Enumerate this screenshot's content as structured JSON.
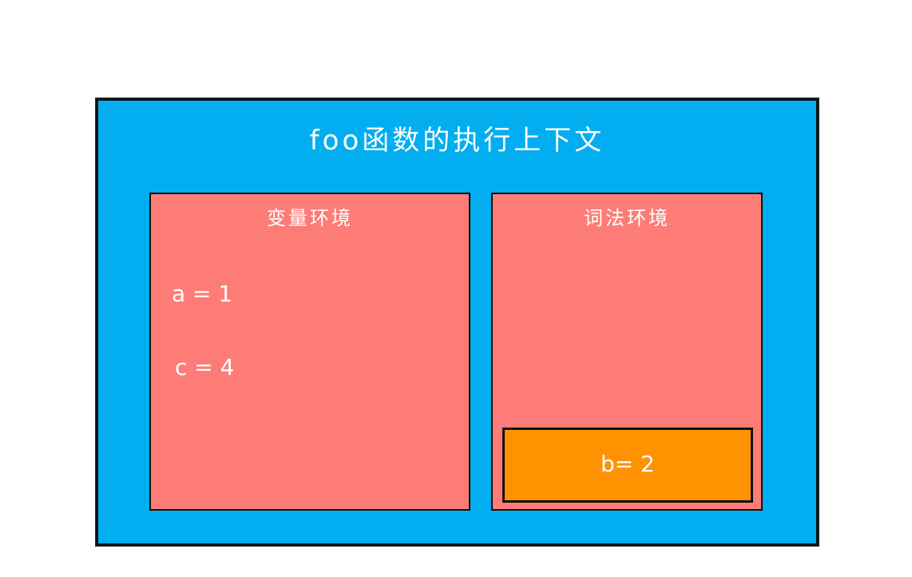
{
  "title": "foo函数的执行上下文",
  "variable_environment": {
    "label": "变量环境",
    "entries": [
      "a = 1",
      "c = 4"
    ]
  },
  "lexical_environment": {
    "label": "词法环境",
    "block": {
      "entries": [
        "b= 2"
      ]
    }
  },
  "colors": {
    "outer": "#02aeef",
    "panel": "#fe7c77",
    "block": "#fe9201",
    "text": "#ffffff",
    "border": "#111111"
  }
}
